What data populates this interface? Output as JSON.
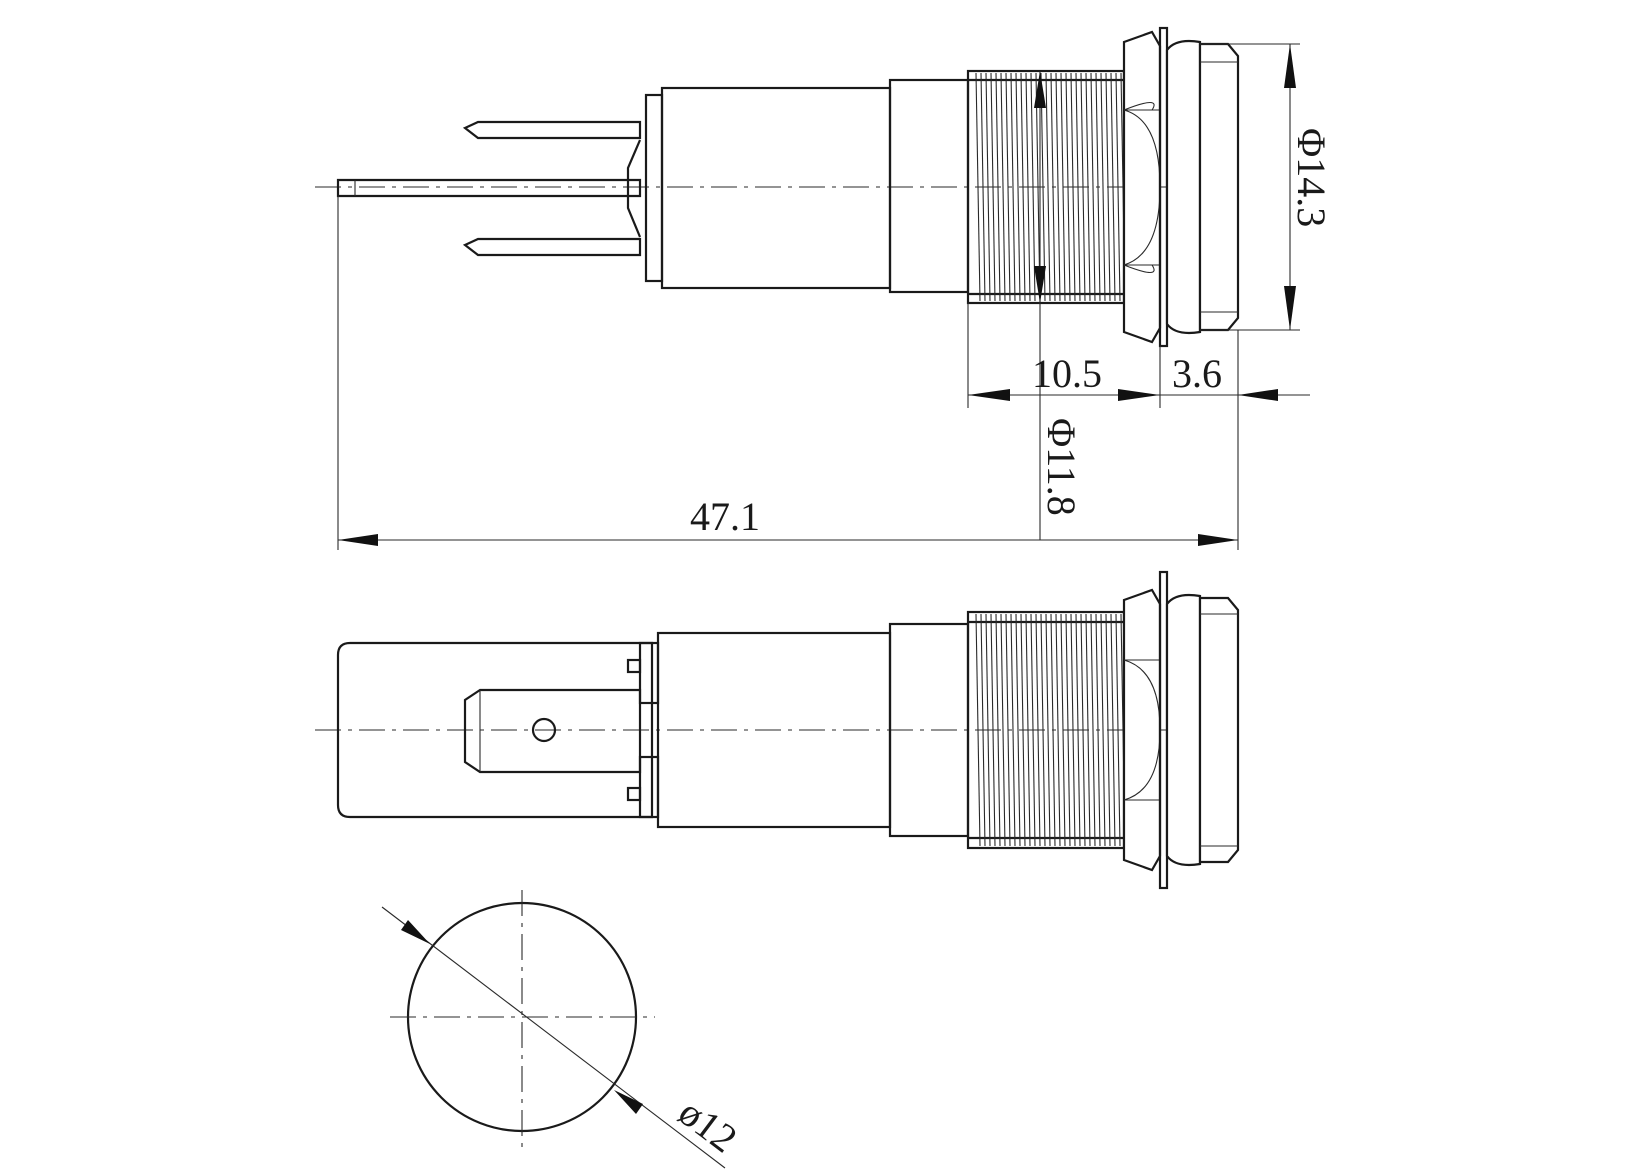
{
  "dimensions": {
    "overall_length": "47.1",
    "thread_length": "10.5",
    "flange_height": "3.6",
    "flange_diameter": "Φ14.3",
    "thread_diameter": "Φ11.8",
    "lens_diameter": "ø12"
  }
}
